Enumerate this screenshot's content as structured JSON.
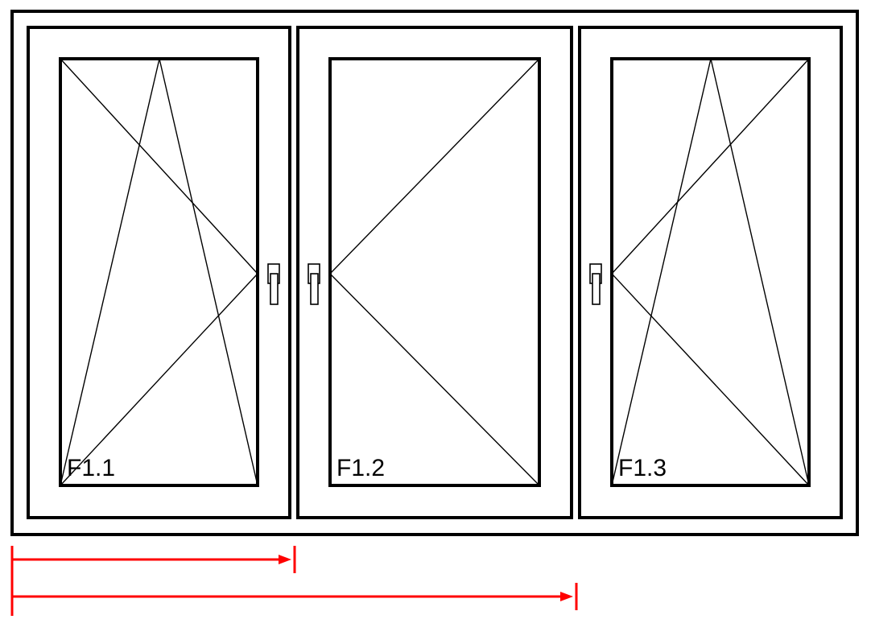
{
  "panels": [
    {
      "label": "F1.1",
      "handle_side": "right",
      "opening": "tilt-turn"
    },
    {
      "label": "F1.2",
      "handle_side": "left",
      "opening": "turn"
    },
    {
      "label": "F1.3",
      "handle_side": "left",
      "opening": "tilt-turn"
    }
  ],
  "colors": {
    "frame": "#000000",
    "dimension": "#ff0000",
    "background": "#ffffff"
  }
}
